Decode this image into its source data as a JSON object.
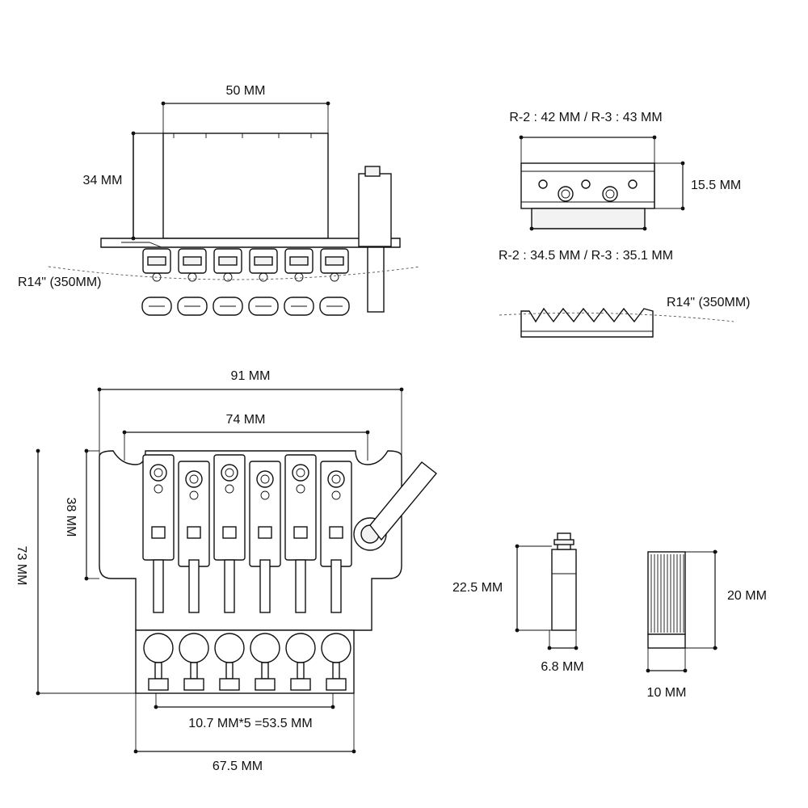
{
  "side_view": {
    "width_label": "50 MM",
    "height_label": "34 MM",
    "radius_label": "R14\"  (350MM)"
  },
  "nut": {
    "top_label": "R-2 : 42 MM  /  R-3 : 43 MM",
    "height_label": "15.5 MM",
    "bottom_label": "R-2 : 34.5 MM  /  R-3 : 35.1 MM",
    "radius_label": "R14\"  (350MM)"
  },
  "top_view": {
    "overall_width_label": "91 MM",
    "inner_width_label": "74 MM",
    "body_height_label": "38 MM",
    "overall_height_label": "73 MM",
    "string_spacing_label": "10.7 MM*5 =53.5 MM",
    "base_width_label": "67.5 MM"
  },
  "stud": {
    "height_label": "22.5 MM",
    "diameter_label": "6.8 MM"
  },
  "bushing": {
    "height_label": "20 MM",
    "diameter_label": "10 MM"
  }
}
